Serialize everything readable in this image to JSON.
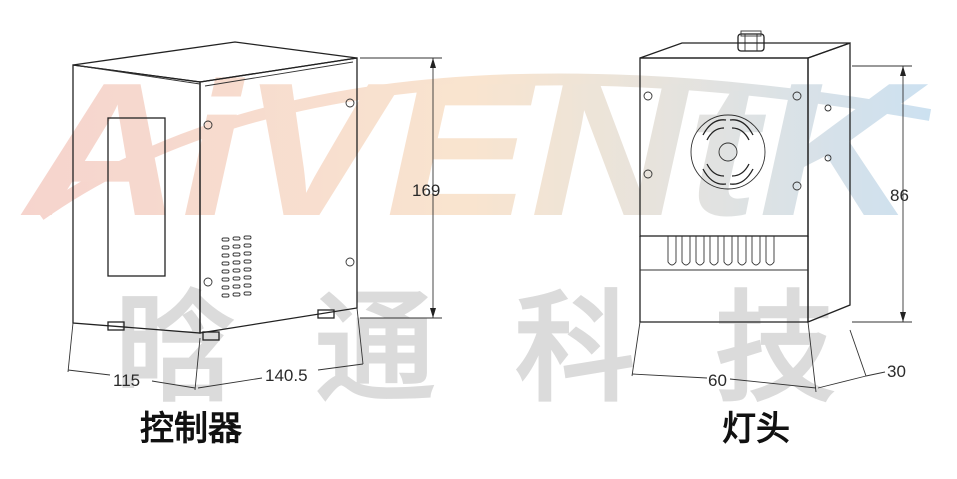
{
  "watermark": {
    "brand": "AiVENtK",
    "chinese": "晗 通 科 技",
    "colors": [
      "#f3c6bd",
      "#f7dcc0",
      "#bcd7ec"
    ]
  },
  "controller": {
    "caption": "控制器",
    "dim_height": "169",
    "dim_depth": "115",
    "dim_width": "140.5"
  },
  "lamp_head": {
    "caption": "灯头",
    "dim_height": "86",
    "dim_width": "60",
    "dim_depth": "30"
  }
}
